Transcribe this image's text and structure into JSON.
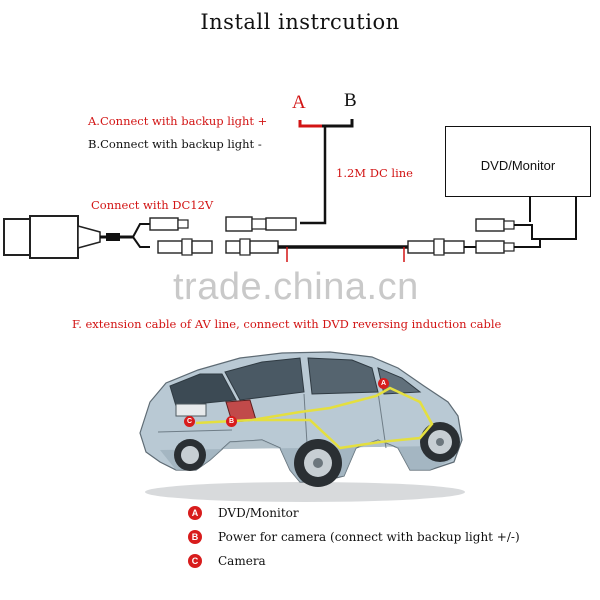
{
  "title": "Install instrcution",
  "wiring": {
    "label_a": "A",
    "label_b": "B",
    "connect_a": "A.Connect with backup light +",
    "connect_b": "B.Connect with backup light -",
    "dc_line": "1.2M DC line",
    "connect_dc12v": "Connect with DC12V",
    "monitor_label": "DVD/Monitor",
    "extension_note": "F. extension cable of AV line, connect with DVD reversing induction cable"
  },
  "watermark": "trade.china.cn",
  "car": {
    "badge_a": "A",
    "badge_b": "B",
    "badge_c": "C"
  },
  "legend": [
    {
      "badge": "A",
      "text": "DVD/Monitor"
    },
    {
      "badge": "B",
      "text": "Power for camera (connect with backup light +/-)"
    },
    {
      "badge": "C",
      "text": "Camera"
    }
  ],
  "colors": {
    "accent_red": "#d21414",
    "wire": "#111111",
    "car_body": "#b8c8d3",
    "route_line": "#e6e045"
  }
}
